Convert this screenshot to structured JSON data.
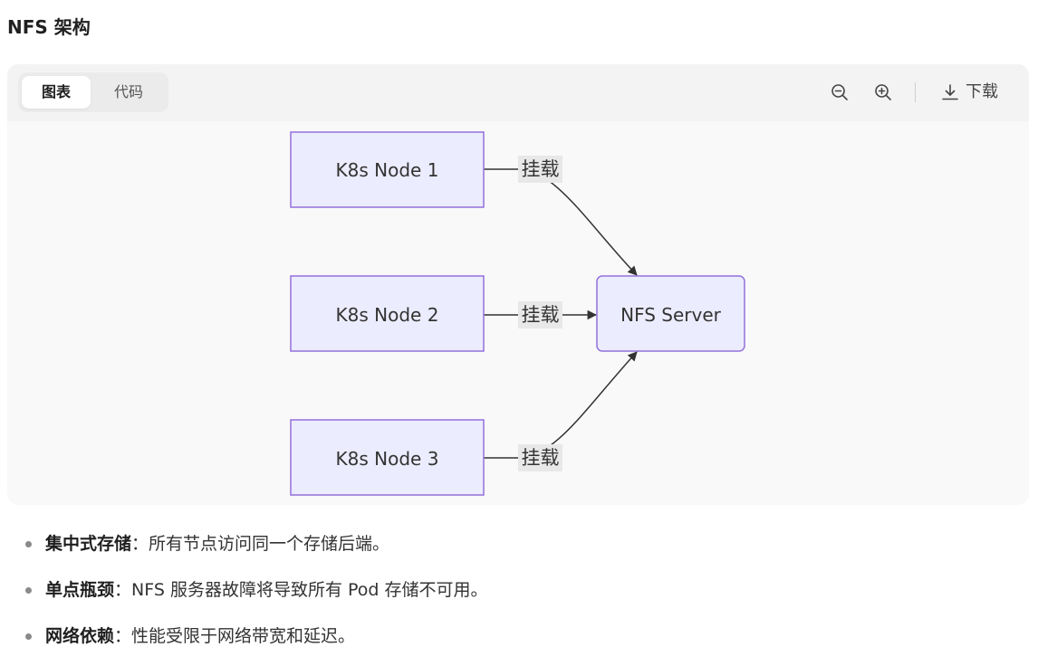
{
  "page": {
    "title": "NFS 架构"
  },
  "toolbar": {
    "tabs": [
      {
        "label": "图表",
        "active": true
      },
      {
        "label": "代码",
        "active": false
      }
    ],
    "zoom_out_icon": "zoom-out-icon",
    "zoom_in_icon": "zoom-in-icon",
    "download_label": "下载",
    "download_icon": "download-icon"
  },
  "diagram": {
    "nodes": [
      {
        "id": "node1",
        "label": "K8s Node 1"
      },
      {
        "id": "node2",
        "label": "K8s Node 2"
      },
      {
        "id": "node3",
        "label": "K8s Node 3"
      },
      {
        "id": "server",
        "label": "NFS Server"
      }
    ],
    "edges": [
      {
        "from": "node1",
        "to": "server",
        "label": "挂载"
      },
      {
        "from": "node2",
        "to": "server",
        "label": "挂载"
      },
      {
        "from": "node3",
        "to": "server",
        "label": "挂载"
      }
    ],
    "colors": {
      "node_fill": "#ECECFF",
      "node_stroke": "#9370DB",
      "edge": "#333333",
      "edge_label_bg": "#e8e8e8"
    }
  },
  "notes": [
    {
      "term": "集中式存储",
      "sep": "：",
      "text": "所有节点访问同一个存储后端。"
    },
    {
      "term": "单点瓶颈",
      "sep": "：",
      "text": "NFS 服务器故障将导致所有 Pod 存储不可用。"
    },
    {
      "term": "网络依赖",
      "sep": "：",
      "text": "性能受限于网络带宽和延迟。"
    }
  ]
}
